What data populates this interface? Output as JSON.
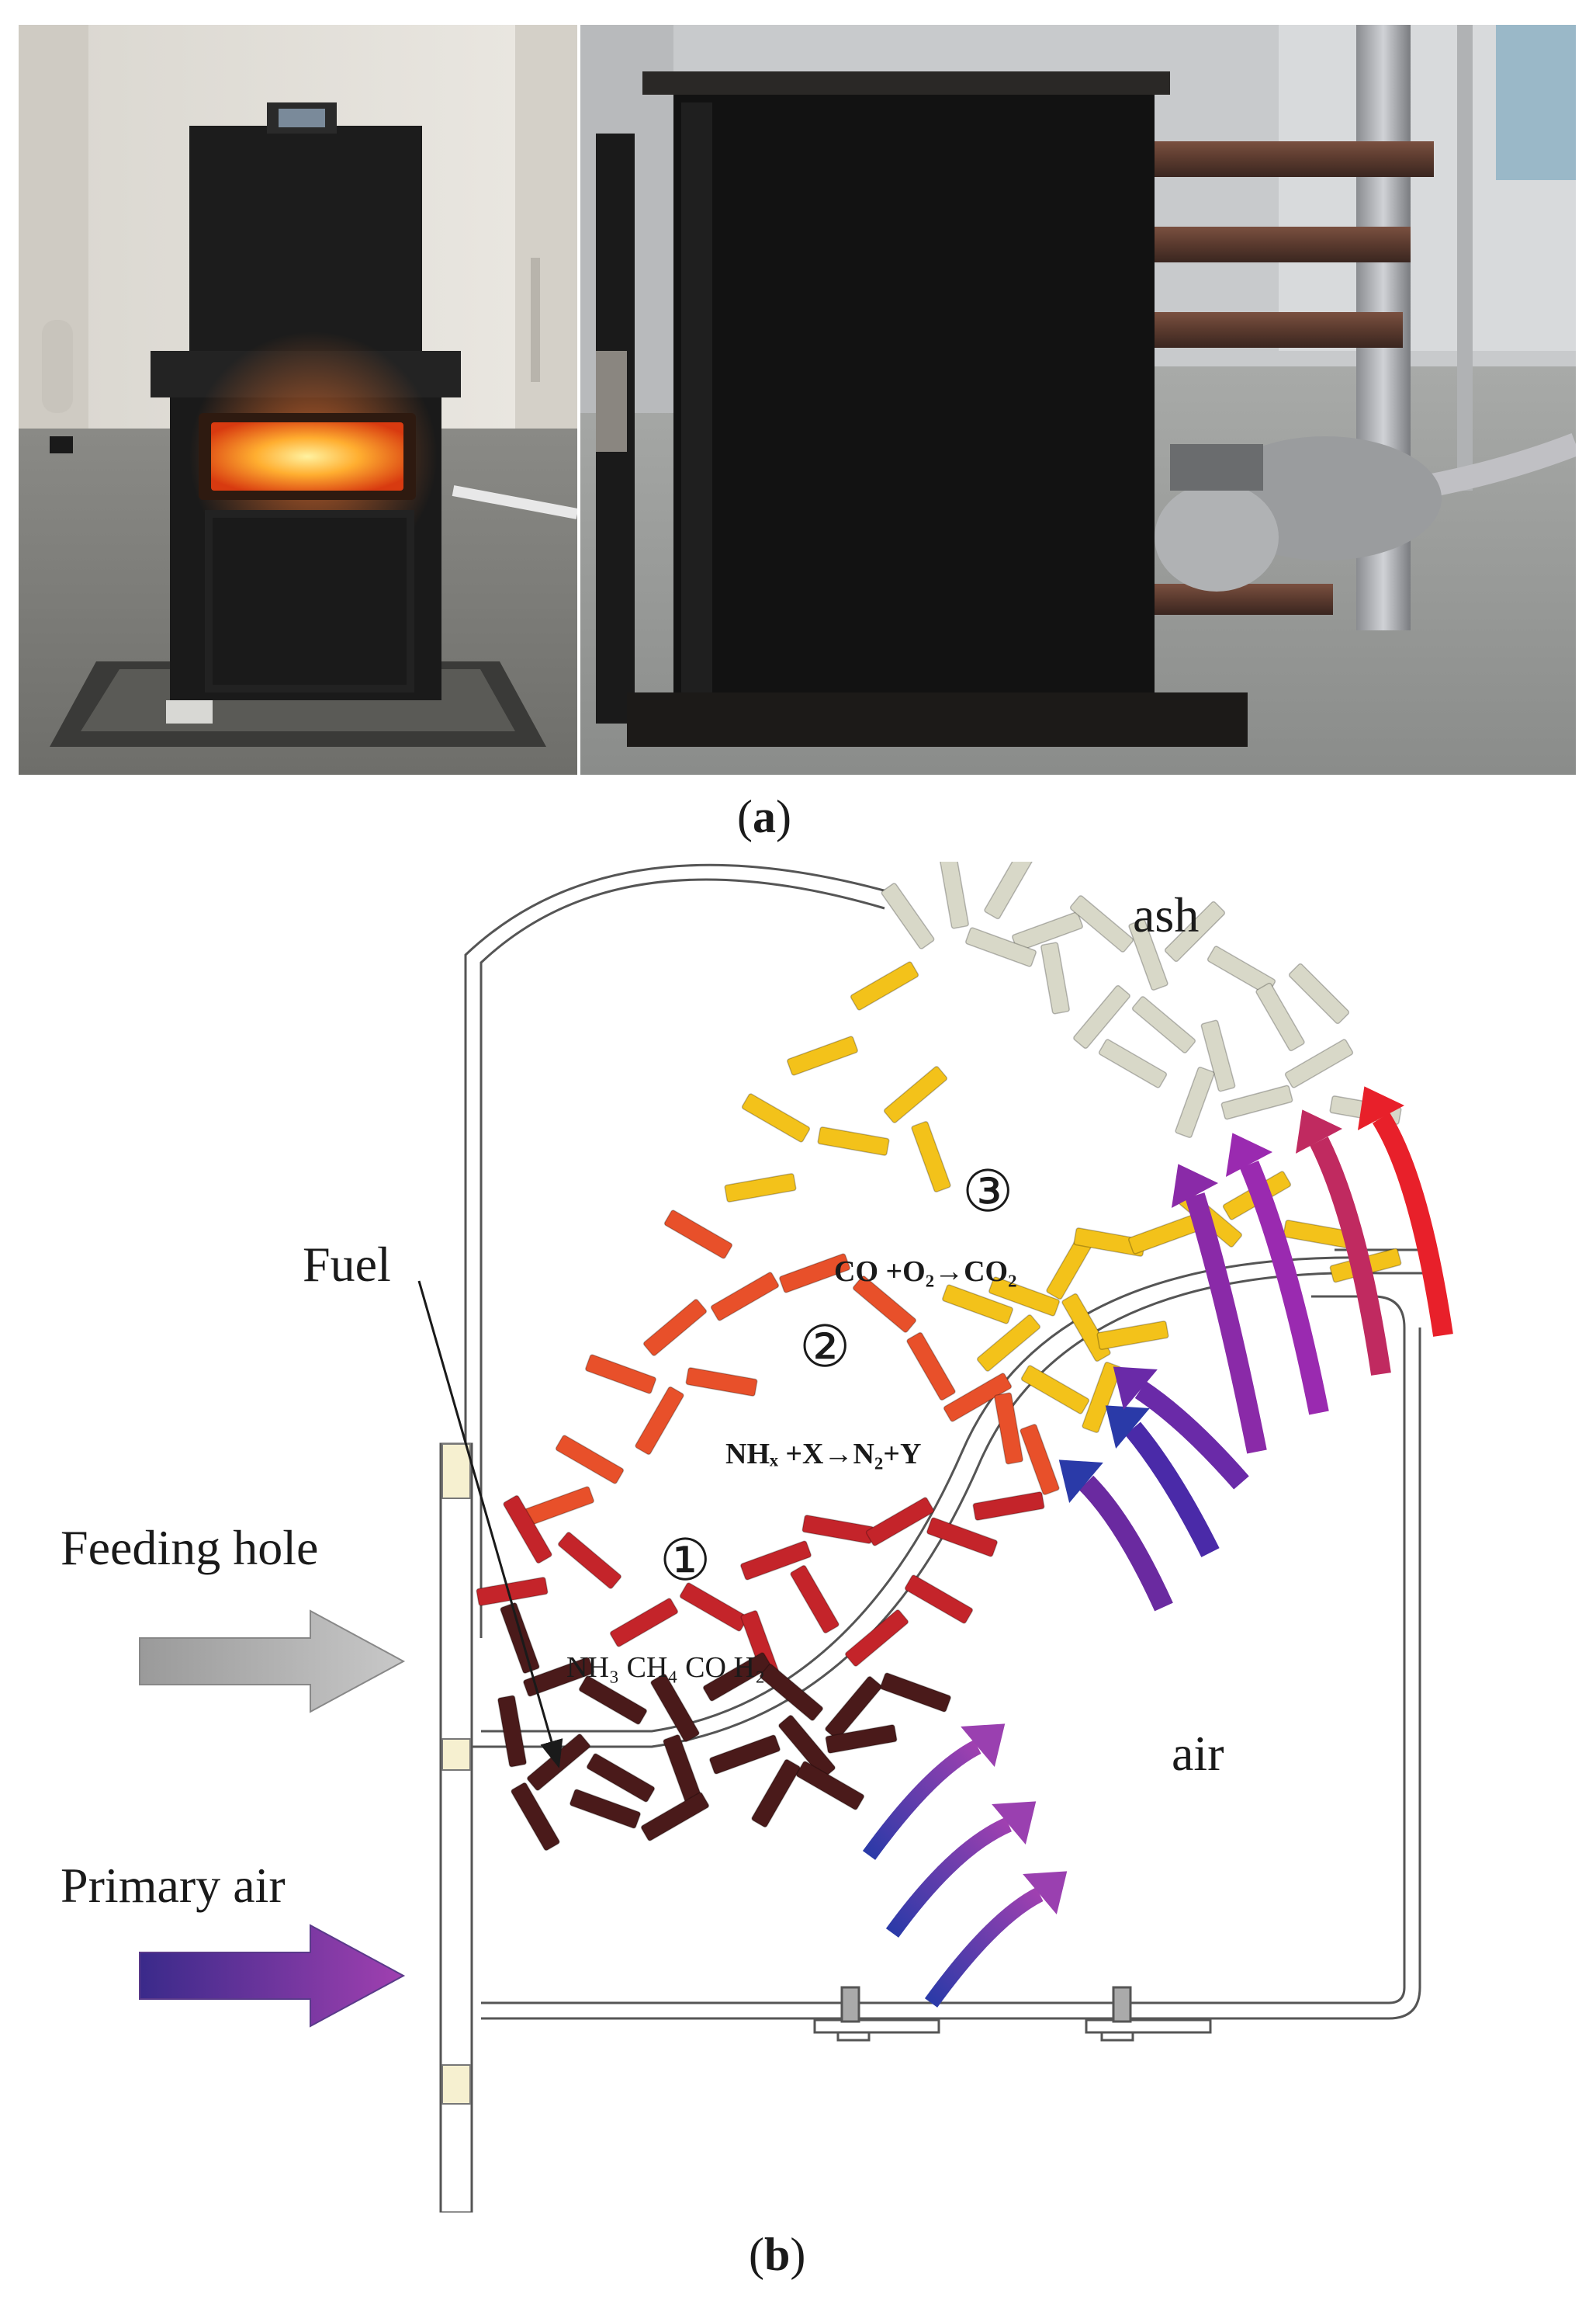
{
  "captions": {
    "a_prefix": "(",
    "a_letter": "a",
    "a_suffix": ")",
    "b_prefix": "(",
    "b_letter": "b",
    "b_suffix": ")"
  },
  "diagram": {
    "ash": "ash",
    "fuel": "Fuel",
    "feeding_hole": "Feeding hole",
    "primary_air": "Primary air",
    "air": "air",
    "zones": [
      "③",
      "②",
      "①"
    ],
    "reactions": {
      "zone3": "CO +O₂→CO₂",
      "zone2": "NHₓ +X→N₂+Y",
      "zone1": "NH₃ CH₄ CO H₂"
    }
  },
  "colors": {
    "ash_particle": "#d8d8c8",
    "zone3_particle": "#f3c21a",
    "zone2_particle": "#e8502a",
    "zone1_particle": "#c4242a",
    "fuel_particle": "#4a1a1a",
    "feed_arrow": "#a8a8a8",
    "primary_arrow_start": "#3a2a8a",
    "primary_arrow_end": "#a040b0",
    "hot_arrow": "#e8202a",
    "cool_arrow": "#2a3aa8"
  }
}
